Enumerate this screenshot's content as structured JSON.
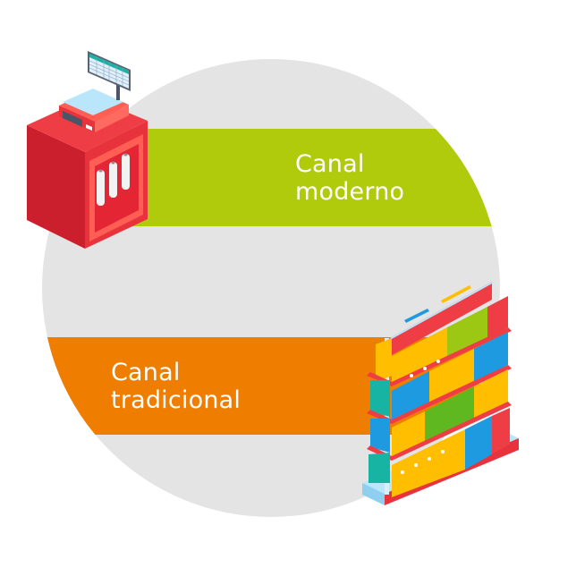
{
  "colors": {
    "circle": "#e4e4e4",
    "moderno_band": "#b0ca0c",
    "tradicional_band": "#ef7d00",
    "label_text": "#ffffff"
  },
  "channels": [
    {
      "id": "moderno",
      "lines": [
        "Canal",
        "moderno"
      ],
      "icon": "cash-register-icon"
    },
    {
      "id": "tradicional",
      "lines": [
        "Canal",
        "tradicional"
      ],
      "icon": "store-shelf-icon"
    }
  ]
}
